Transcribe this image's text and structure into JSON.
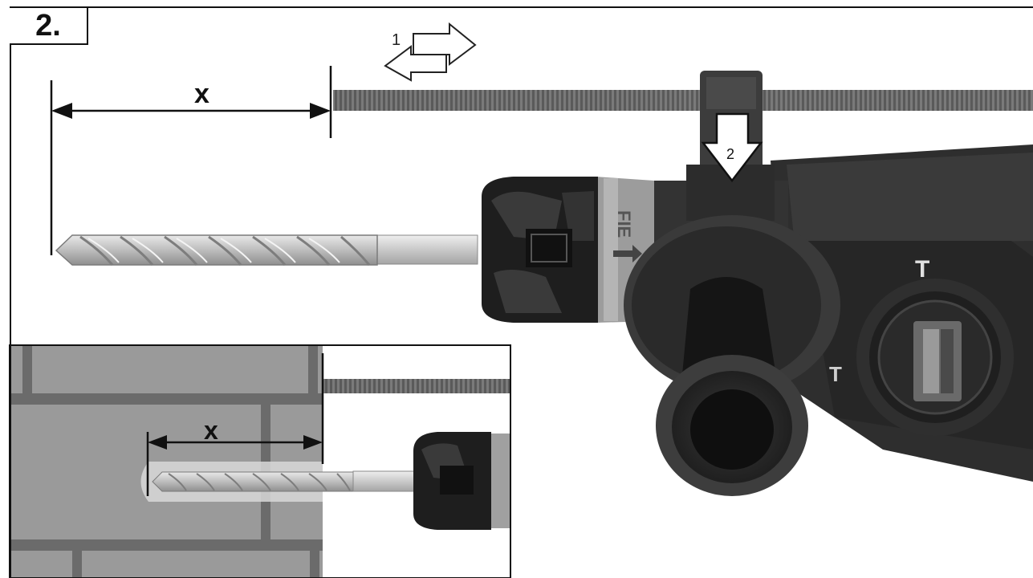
{
  "step": {
    "label": "2."
  },
  "depth_label": "x",
  "inset_depth_label": "x",
  "callouts": {
    "slide": "1",
    "lock": "2"
  },
  "selector": {
    "top_mark": "T",
    "side_mark": "T"
  },
  "colors": {
    "wall": "#9a9a9a",
    "mortar": "#6e6e6e",
    "body_dark": "#2b2b2b",
    "body_mid": "#4a4a4a",
    "bit": "#c9c9c9",
    "rod": "#6a6a6a"
  }
}
